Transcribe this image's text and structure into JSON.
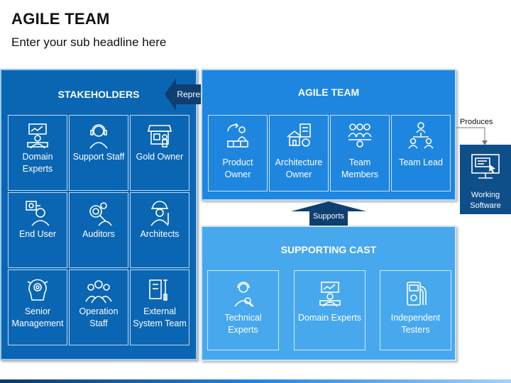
{
  "title": "AGILE TEAM",
  "subtitle": "Enter your sub headline here",
  "stakeholders": {
    "title": "STAKEHOLDERS",
    "items": [
      {
        "label": "Domain Experts",
        "icon": "domain-expert-icon"
      },
      {
        "label": "Support Staff",
        "icon": "headset-icon"
      },
      {
        "label": "Gold Owner",
        "icon": "store-owner-icon"
      },
      {
        "label": "End User",
        "icon": "end-user-icon"
      },
      {
        "label": "Auditors",
        "icon": "magnifier-person-icon"
      },
      {
        "label": "Architects",
        "icon": "hard-hat-icon"
      },
      {
        "label": "Senior Management",
        "icon": "brain-gear-icon"
      },
      {
        "label": "Operation Staff",
        "icon": "team-icon"
      },
      {
        "label": "External System Team",
        "icon": "tools-icon"
      }
    ]
  },
  "represents": "Represents",
  "agile_team": {
    "title": "AGILE TEAM",
    "items": [
      {
        "label": "Product Owner",
        "icon": "product-owner-icon"
      },
      {
        "label": "Architecture Owner",
        "icon": "blueprint-icon"
      },
      {
        "label": "Team Members",
        "icon": "team-members-icon"
      },
      {
        "label": "Team Lead",
        "icon": "hierarchy-icon"
      }
    ]
  },
  "supports": "Supports",
  "supporting_cast": {
    "title": "SUPPORTING CAST",
    "items": [
      {
        "label": "Technical Experts",
        "icon": "technical-expert-icon"
      },
      {
        "label": "Domain Experts",
        "icon": "domain-expert-icon"
      },
      {
        "label": "Independent Testers",
        "icon": "tester-icon"
      }
    ]
  },
  "produces": "Produces",
  "working_software": "Working Software",
  "colors": {
    "stakeholders_bg": "#0a66b3",
    "agile_bg": "#1f86e0",
    "support_bg": "#47a8ee",
    "dark": "#0e4f8a"
  }
}
